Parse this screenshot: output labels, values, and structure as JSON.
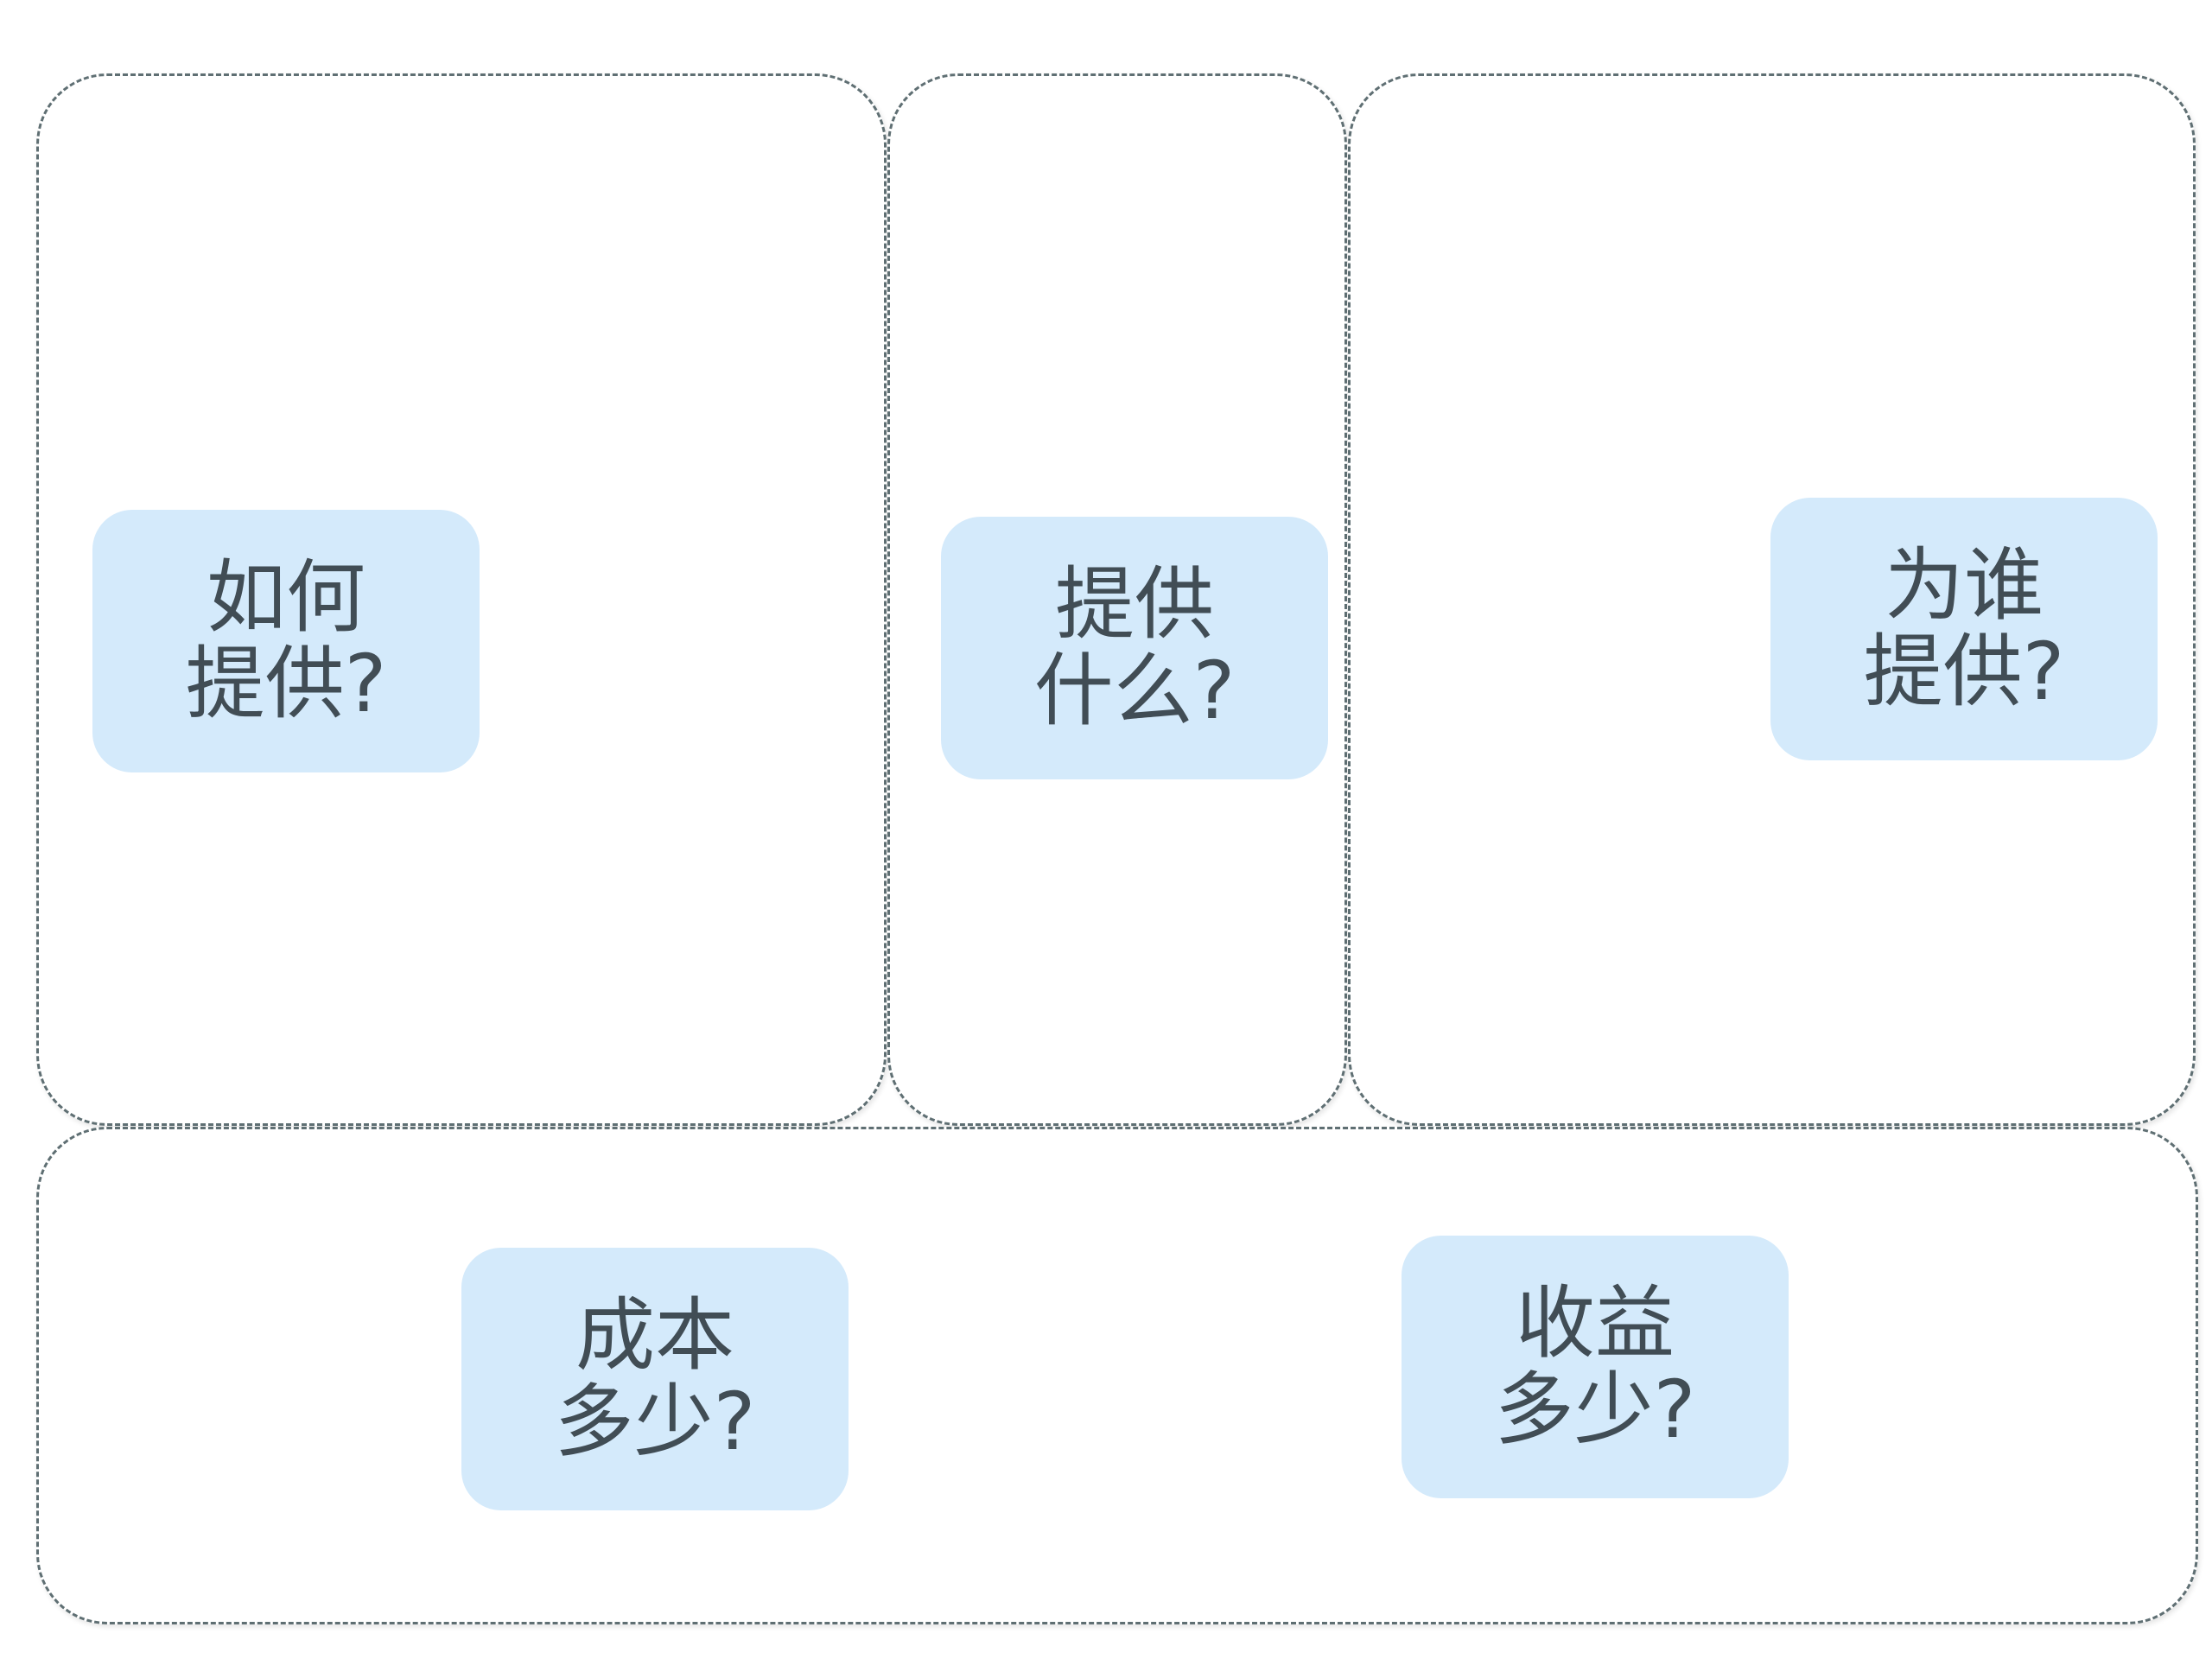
{
  "panels": {
    "how": {
      "line1": "如何",
      "line2": "提供?"
    },
    "what": {
      "line1": "提供",
      "line2": "什么?"
    },
    "whom": {
      "line1": "为谁",
      "line2": "提供?"
    },
    "cost": {
      "line1": "成本",
      "line2": "多少?"
    },
    "revenue": {
      "line1": "收益",
      "line2": "多少?"
    }
  },
  "colors": {
    "card_fill": "#d4eafb",
    "card_text": "#414d55",
    "panel_border": "#5f6f73",
    "background": "#ffffff"
  }
}
